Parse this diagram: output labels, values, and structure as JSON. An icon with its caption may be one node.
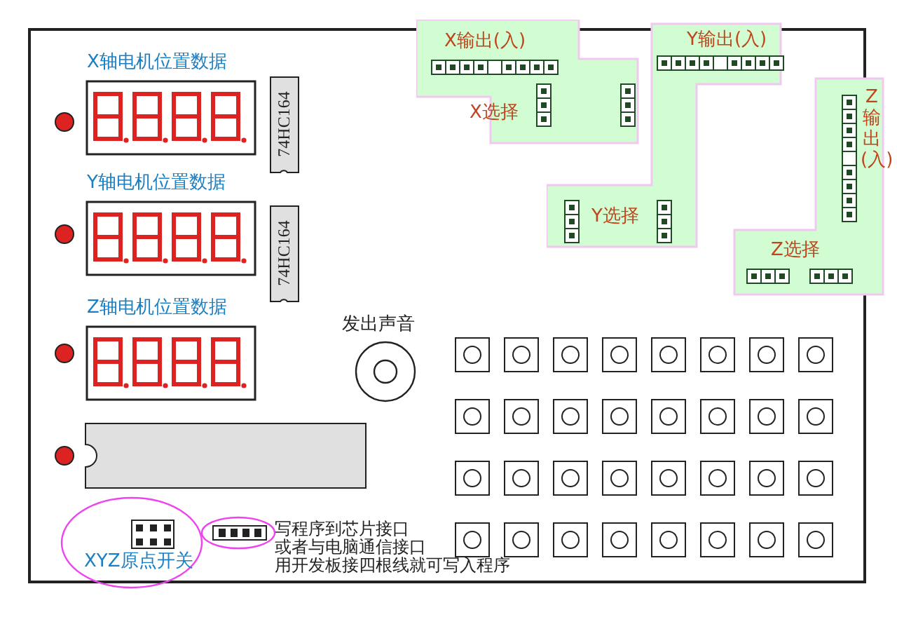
{
  "diagram": {
    "nodes": [
      {
        "text": [
          "X轴电机位置数据"
        ]
      },
      {
        "text": [
          "Y轴电机位置数据"
        ]
      },
      {
        "text": [
          "Z轴电机位置数据"
        ]
      },
      {
        "text": [
          "74HC164"
        ]
      },
      {
        "text": [
          "74HC164"
        ]
      },
      {
        "text": [],
        "shape": "box"
      },
      {
        "text": [
          "X输出(入)",
          "X选择"
        ]
      },
      {
        "text": [
          "Y输出(入)",
          "Y选择"
        ]
      },
      {
        "text": [
          "Z输出(入)",
          "Z选择"
        ]
      },
      {
        "text": [
          "发出声音"
        ]
      },
      {
        "text": [
          "XYZ原点开关"
        ]
      },
      {
        "text": [],
        "shape": "circle",
        "beside": [
          "写程序到芯片接口",
          "或者与电脑通信接口",
          "用开发板接四根线就可写入程序"
        ]
      }
    ]
  }
}
